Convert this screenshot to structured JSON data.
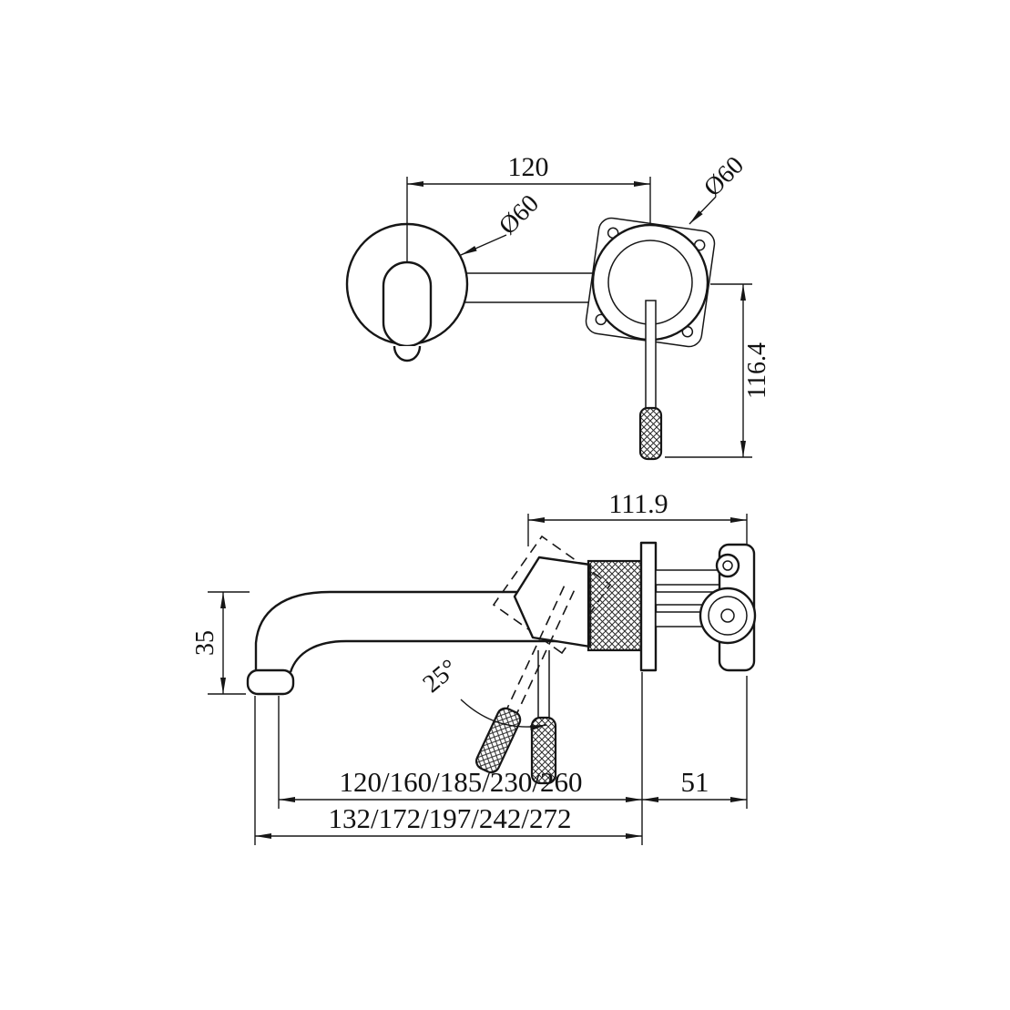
{
  "drawing": {
    "background": "#ffffff",
    "line_color": "#161616",
    "top_view": {
      "dim_center_distance": "120",
      "dim_spout_flange_diameter": "Ø60",
      "dim_mixer_flange_diameter": "Ø60",
      "dim_handle_drop": "116.4"
    },
    "side_view": {
      "dim_body_depth": "111.9",
      "dim_spout_drop": "35",
      "dim_handle_angle": "25°",
      "dim_spout_reach_options": "120/160/185/230/260",
      "dim_overall_reach_options": "132/172/197/242/272",
      "dim_wall_depth": "51"
    }
  }
}
